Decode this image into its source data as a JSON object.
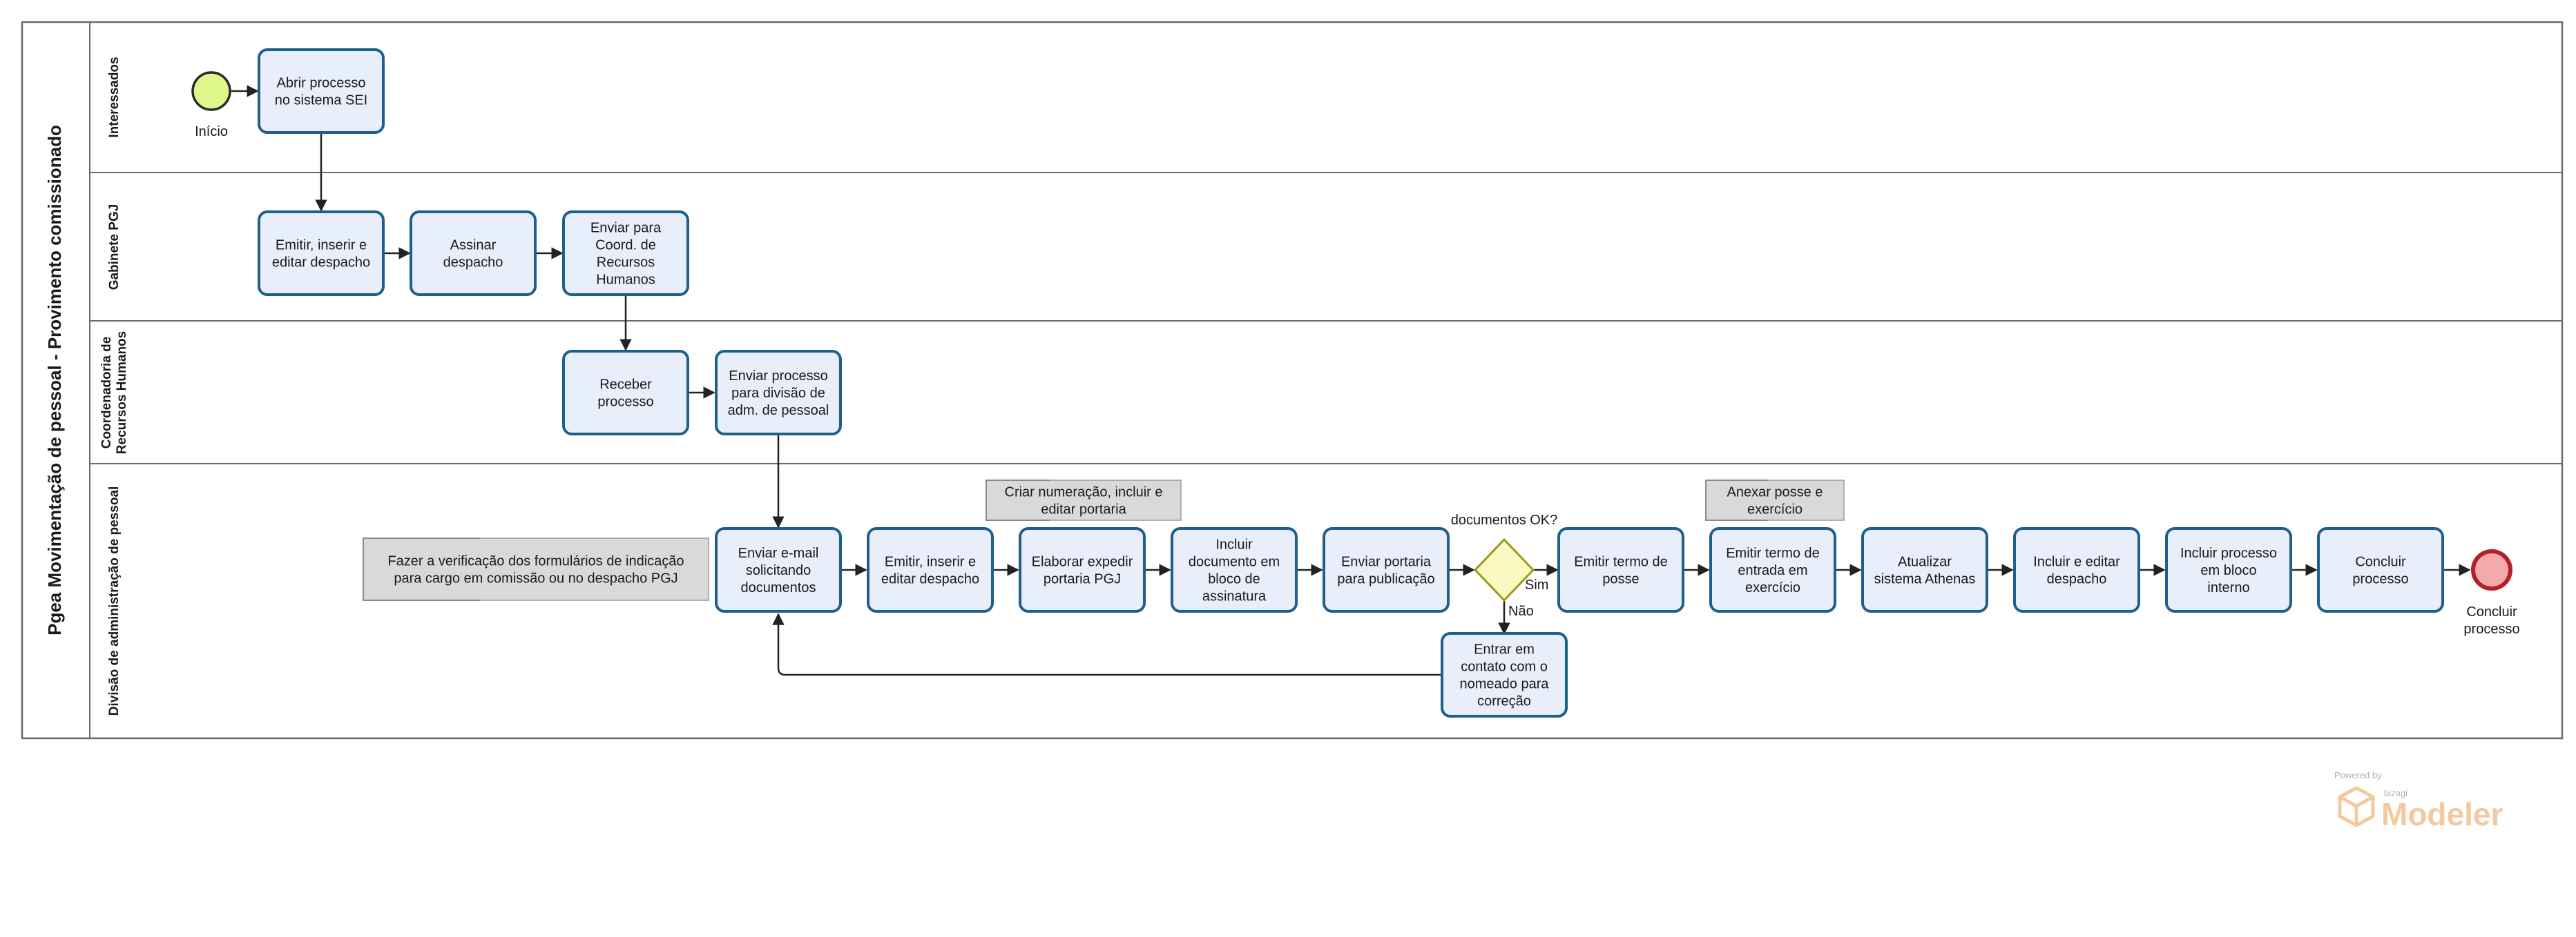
{
  "pool": {
    "title": "Pgea Movimentação de pessoal - Provimento comissionado"
  },
  "lanes": [
    {
      "id": "interessados",
      "label": [
        "Interessados"
      ]
    },
    {
      "id": "gabinete",
      "label": [
        "Gabinete PGJ"
      ]
    },
    {
      "id": "coord",
      "label": [
        "Coordenadoria de",
        "Recursos Humanos"
      ]
    },
    {
      "id": "divisao",
      "label": [
        "Divisão de administração de pessoal"
      ]
    }
  ],
  "events": {
    "start": {
      "label": "Início",
      "color": "#ddf78a"
    },
    "end": {
      "label": "Concluir\nprocesso",
      "color": "#f4a9aa"
    }
  },
  "tasks": [
    {
      "id": "t1",
      "text": "Abrir processo\nno sistema SEI"
    },
    {
      "id": "t2",
      "text": "Emitir, inserir e\neditar despacho"
    },
    {
      "id": "t3",
      "text": "Assinar\ndespacho"
    },
    {
      "id": "t4",
      "text": "Enviar para\nCoord. de\nRecursos\nHumanos"
    },
    {
      "id": "t5",
      "text": "Receber\nprocesso"
    },
    {
      "id": "t6",
      "text": "Enviar processo\npara divisão de\nadm. de pessoal"
    },
    {
      "id": "t7",
      "text": "Enviar e-mail\nsolicitando\ndocumentos"
    },
    {
      "id": "t8",
      "text": "Emitir, inserir e\neditar despacho"
    },
    {
      "id": "t9",
      "text": "Elaborar expedir\nportaria PGJ"
    },
    {
      "id": "t10",
      "text": "Incluir\ndocumento em\nbloco de\nassinatura"
    },
    {
      "id": "t11",
      "text": "Enviar portaria\npara publicação"
    },
    {
      "id": "t12",
      "text": "Emitir termo de\nposse"
    },
    {
      "id": "t13",
      "text": "Emitir termo de\nentrada em\nexercício"
    },
    {
      "id": "t14",
      "text": "Atualizar\nsistema Athenas"
    },
    {
      "id": "t15",
      "text": "Incluir e editar\ndespacho"
    },
    {
      "id": "t16",
      "text": "Incluir processo\nem bloco\ninterno"
    },
    {
      "id": "t17",
      "text": "Concluir\nprocesso"
    },
    {
      "id": "t18",
      "text": "Entrar em\ncontato com o\nnomeado para\ncorreção"
    }
  ],
  "gateway": {
    "label": "documentos OK?",
    "yes": "Sim",
    "no": "Não",
    "color": "#fbf9c0"
  },
  "annotations": [
    {
      "id": "a1",
      "text": "Fazer a verificação dos formulários de indicação\npara cargo em comissão ou no despacho PGJ"
    },
    {
      "id": "a2",
      "text": "Criar numeração, incluir e\neditar portaria"
    },
    {
      "id": "a3",
      "text": "Anexar posse e\nexercício"
    }
  ],
  "branding": {
    "powered": "Powered by",
    "company": "bizagi",
    "product": "Modeler"
  }
}
